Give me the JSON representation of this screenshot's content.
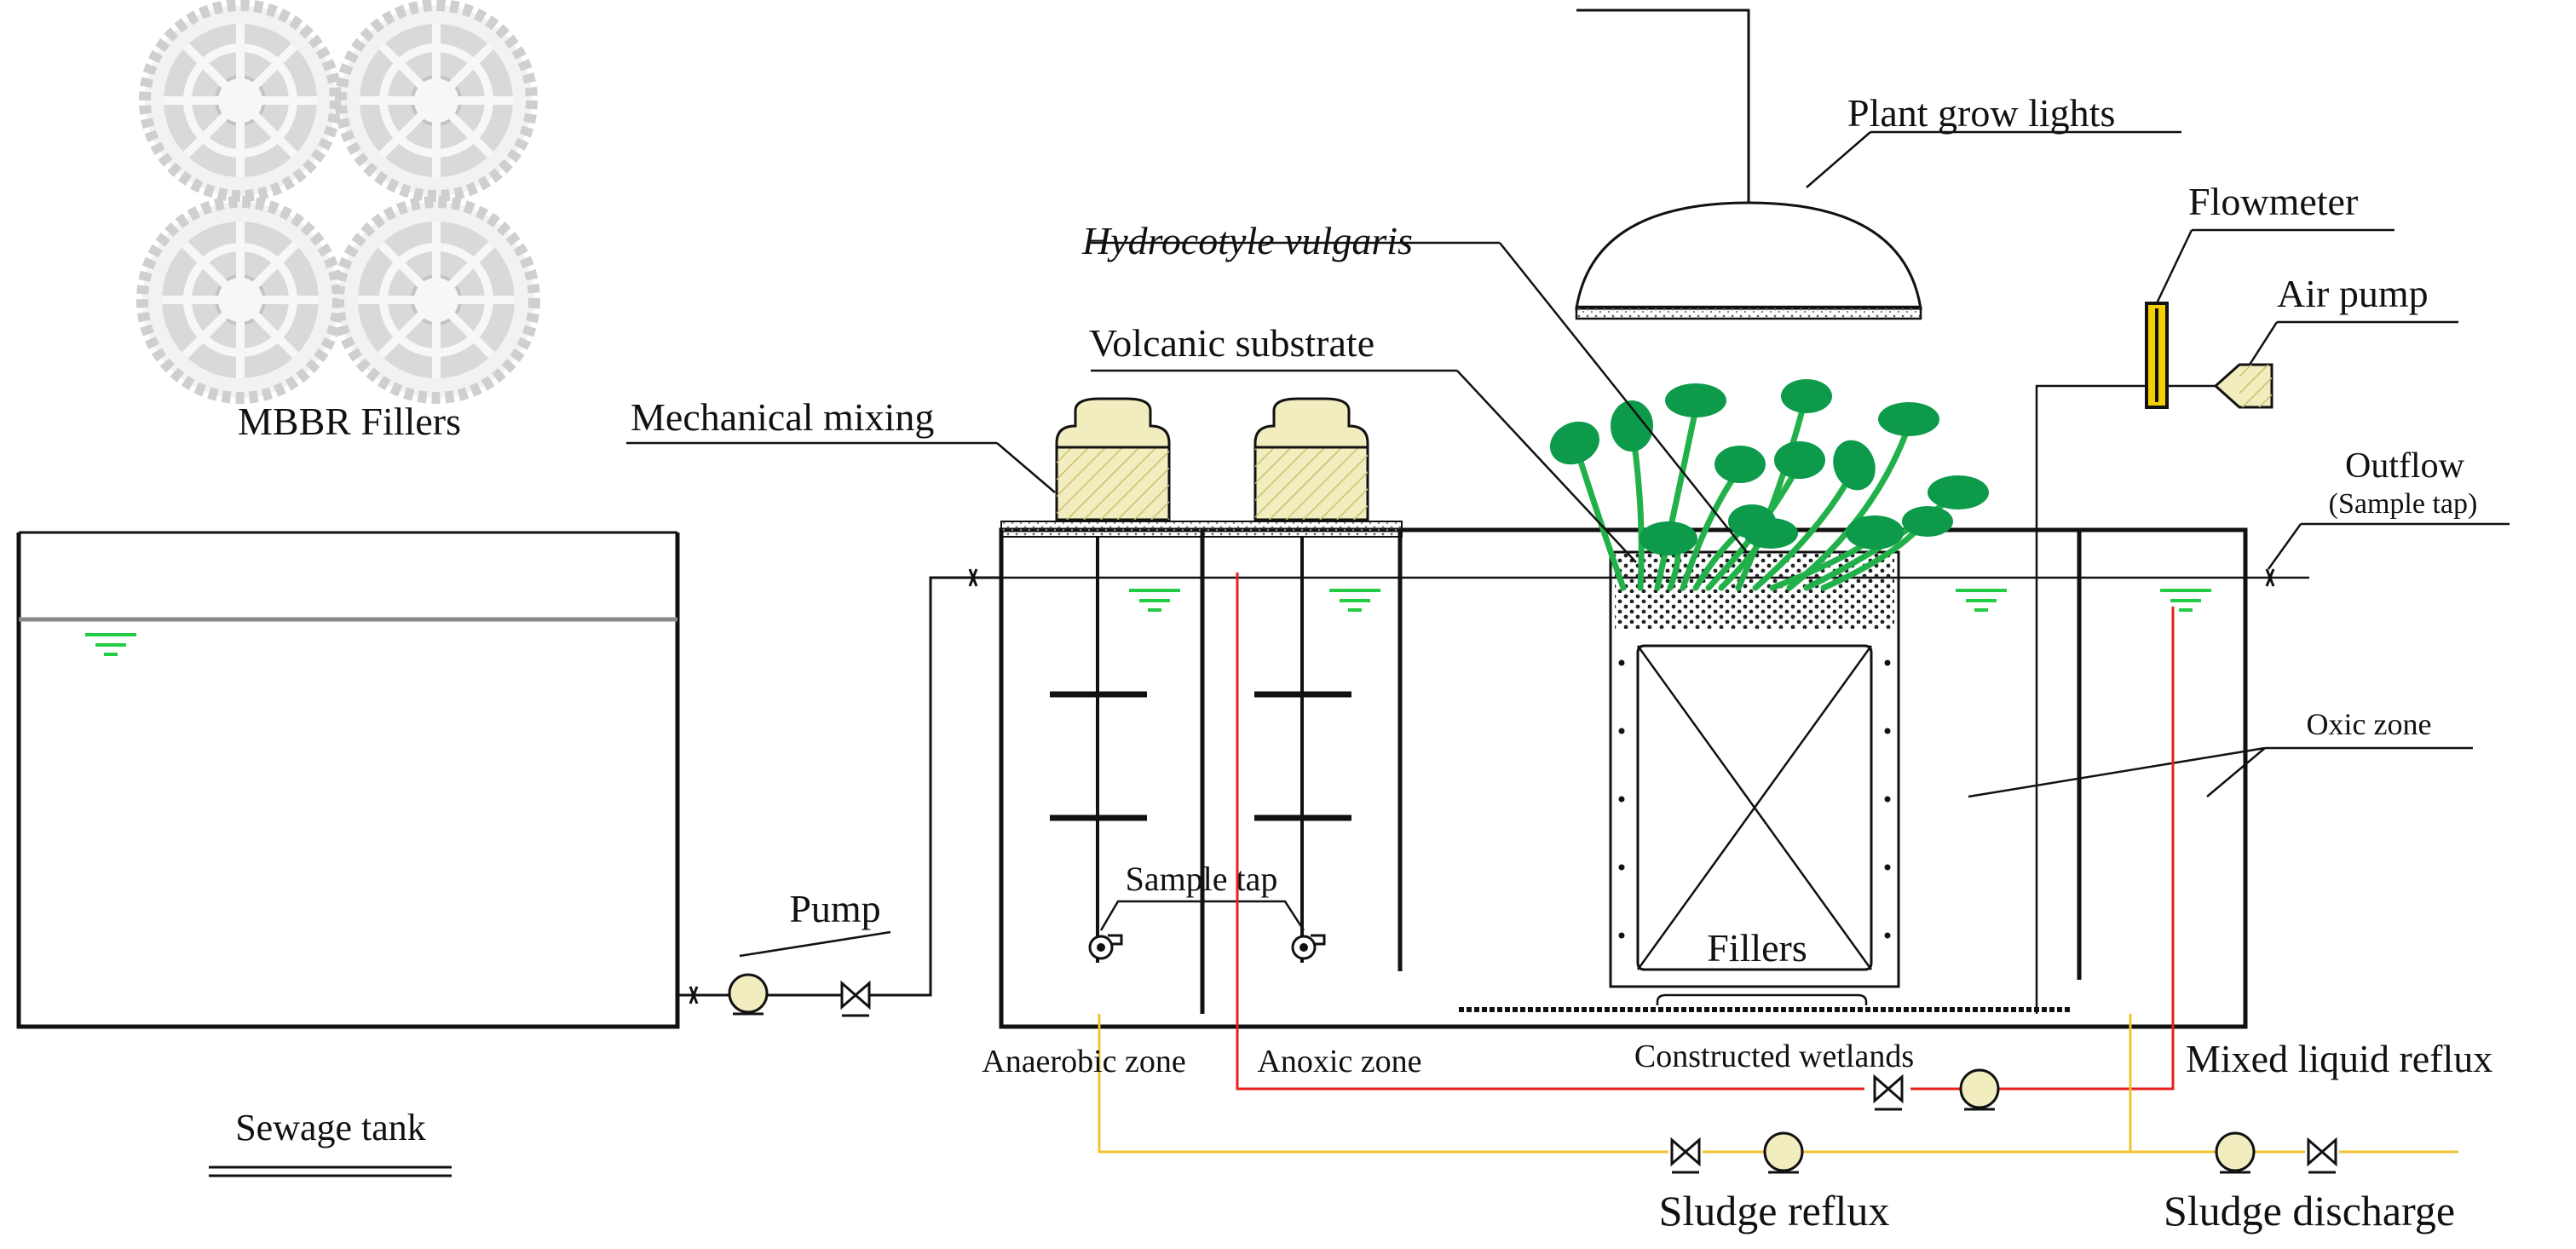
{
  "labels": {
    "mbbr_fillers": "MBBR Fillers",
    "mechanical_mixing": "Mechanical mixing",
    "volcanic_substrate": "Volcanic substrate",
    "hydrocotyle": "Hydrocotyle vulgaris",
    "plant_grow_lights": "Plant grow lights",
    "flowmeter": "Flowmeter",
    "air_pump": "Air pump",
    "outflow": "Outflow",
    "sample_tap_outflow": "(Sample tap)",
    "oxic_zone": "Oxic zone",
    "pump": "Pump",
    "sample_tap": "Sample tap",
    "fillers": "Fillers",
    "anaerobic_zone": "Anaerobic zone",
    "anoxic_zone": "Anoxic zone",
    "constructed_wetlands": "Constructed wetlands",
    "mixed_liquid_reflux": "Mixed liquid reflux",
    "sewage_tank": "Sewage tank",
    "sludge_reflux": "Sludge reflux",
    "sludge_discharge": "Sludge discharge"
  },
  "colors": {
    "line": "#111111",
    "water_level": "#22cc44",
    "reflux_line": "#e8201c",
    "sludge_line": "#f0c430",
    "leaf": "#0d9a4a",
    "stem": "#22b04a",
    "motor": "#f2edbe",
    "flowmeter": "#f4d000",
    "filler_disc": "#e6e6e6"
  }
}
